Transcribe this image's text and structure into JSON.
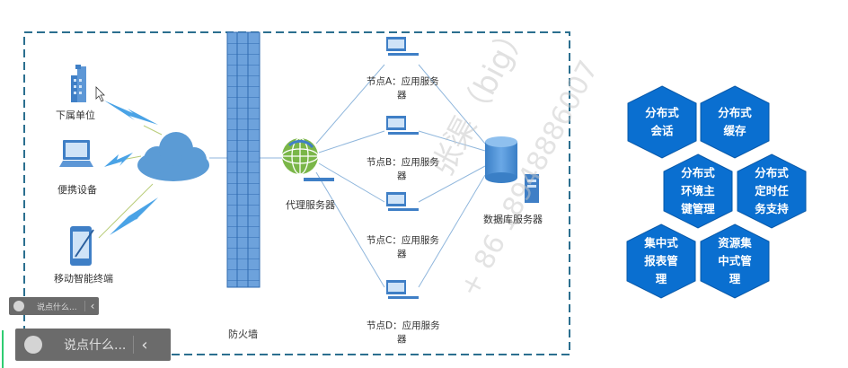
{
  "diagram": {
    "left_clients": [
      {
        "label": "下属单位",
        "icon": "office-building-icon"
      },
      {
        "label": "便携设备",
        "icon": "laptop-icon"
      },
      {
        "label": "移动智能终端",
        "icon": "mobile-phone-icon"
      }
    ],
    "firewall_label": "防火墙",
    "proxy_label": "代理服务器",
    "app_nodes": [
      {
        "line1": "节点A：应用服务",
        "line2": "器"
      },
      {
        "line1": "节点B：应用服务",
        "line2": "器"
      },
      {
        "line1": "节点C：应用服务",
        "line2": "器"
      },
      {
        "line1": "节点D：应用服务",
        "line2": "器"
      }
    ],
    "db_label": "数据库服务器",
    "watermark_line1": "张渠（big）",
    "watermark_line2": "+ 86  18948886007"
  },
  "features": [
    "分布式\n会话",
    "分布式\n缓存",
    "分布式\n环境主\n键管理",
    "分布式\n定时任\n务支持",
    "集中式\n报表管\n理",
    "资源集\n中式管\n理"
  ],
  "chat_small": {
    "placeholder": "说点什么...",
    "arrow": "‹"
  },
  "chat_large": {
    "placeholder": "说点什么...",
    "arrow": "‹"
  },
  "colors": {
    "primary_blue": "#0a6fd0",
    "firewall_blue": "#6da2dc",
    "cloud_blue": "#5b9bd5",
    "border_dash": "#2b6f8f",
    "lightning_blue": "#4aa3e6"
  }
}
